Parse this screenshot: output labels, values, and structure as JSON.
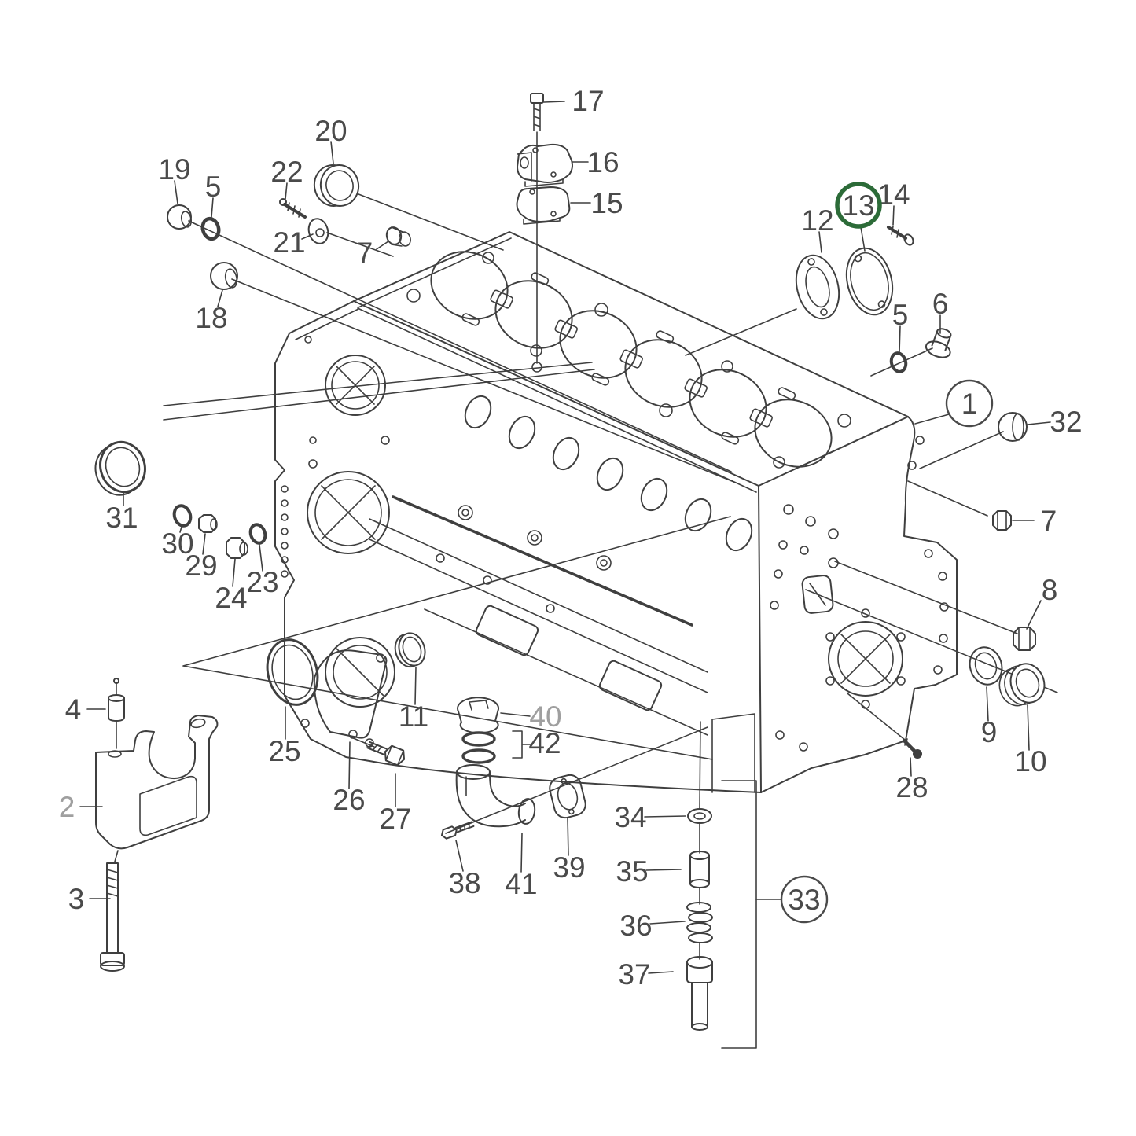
{
  "figure": {
    "kind": "exploded-parts-diagram",
    "subject": "engine cylinder block",
    "highlighted_callout": "13"
  },
  "colors": {
    "background": "#ffffff",
    "line": "#3f3f3f",
    "label": "#4a4a4a",
    "muted_label": "#9f9f9f",
    "highlight_ring": "#2c6b38"
  },
  "callouts": {
    "c1": "1",
    "c2": "2",
    "c3": "3",
    "c4": "4",
    "c5a": "5",
    "c5b": "5",
    "c6": "6",
    "c7a": "7",
    "c7b": "7",
    "c8": "8",
    "c9": "9",
    "c10": "10",
    "c11": "11",
    "c12": "12",
    "c13": "13",
    "c14": "14",
    "c15": "15",
    "c16": "16",
    "c17": "17",
    "c18": "18",
    "c19": "19",
    "c20": "20",
    "c21": "21",
    "c22": "22",
    "c23": "23",
    "c24": "24",
    "c25": "25",
    "c26": "26",
    "c27": "27",
    "c28": "28",
    "c29": "29",
    "c30": "30",
    "c31": "31",
    "c32": "32",
    "c33": "33",
    "c34": "34",
    "c35": "35",
    "c36": "36",
    "c37": "37",
    "c38": "38",
    "c39": "39",
    "c40": "40",
    "c41": "41",
    "c42": "42"
  }
}
